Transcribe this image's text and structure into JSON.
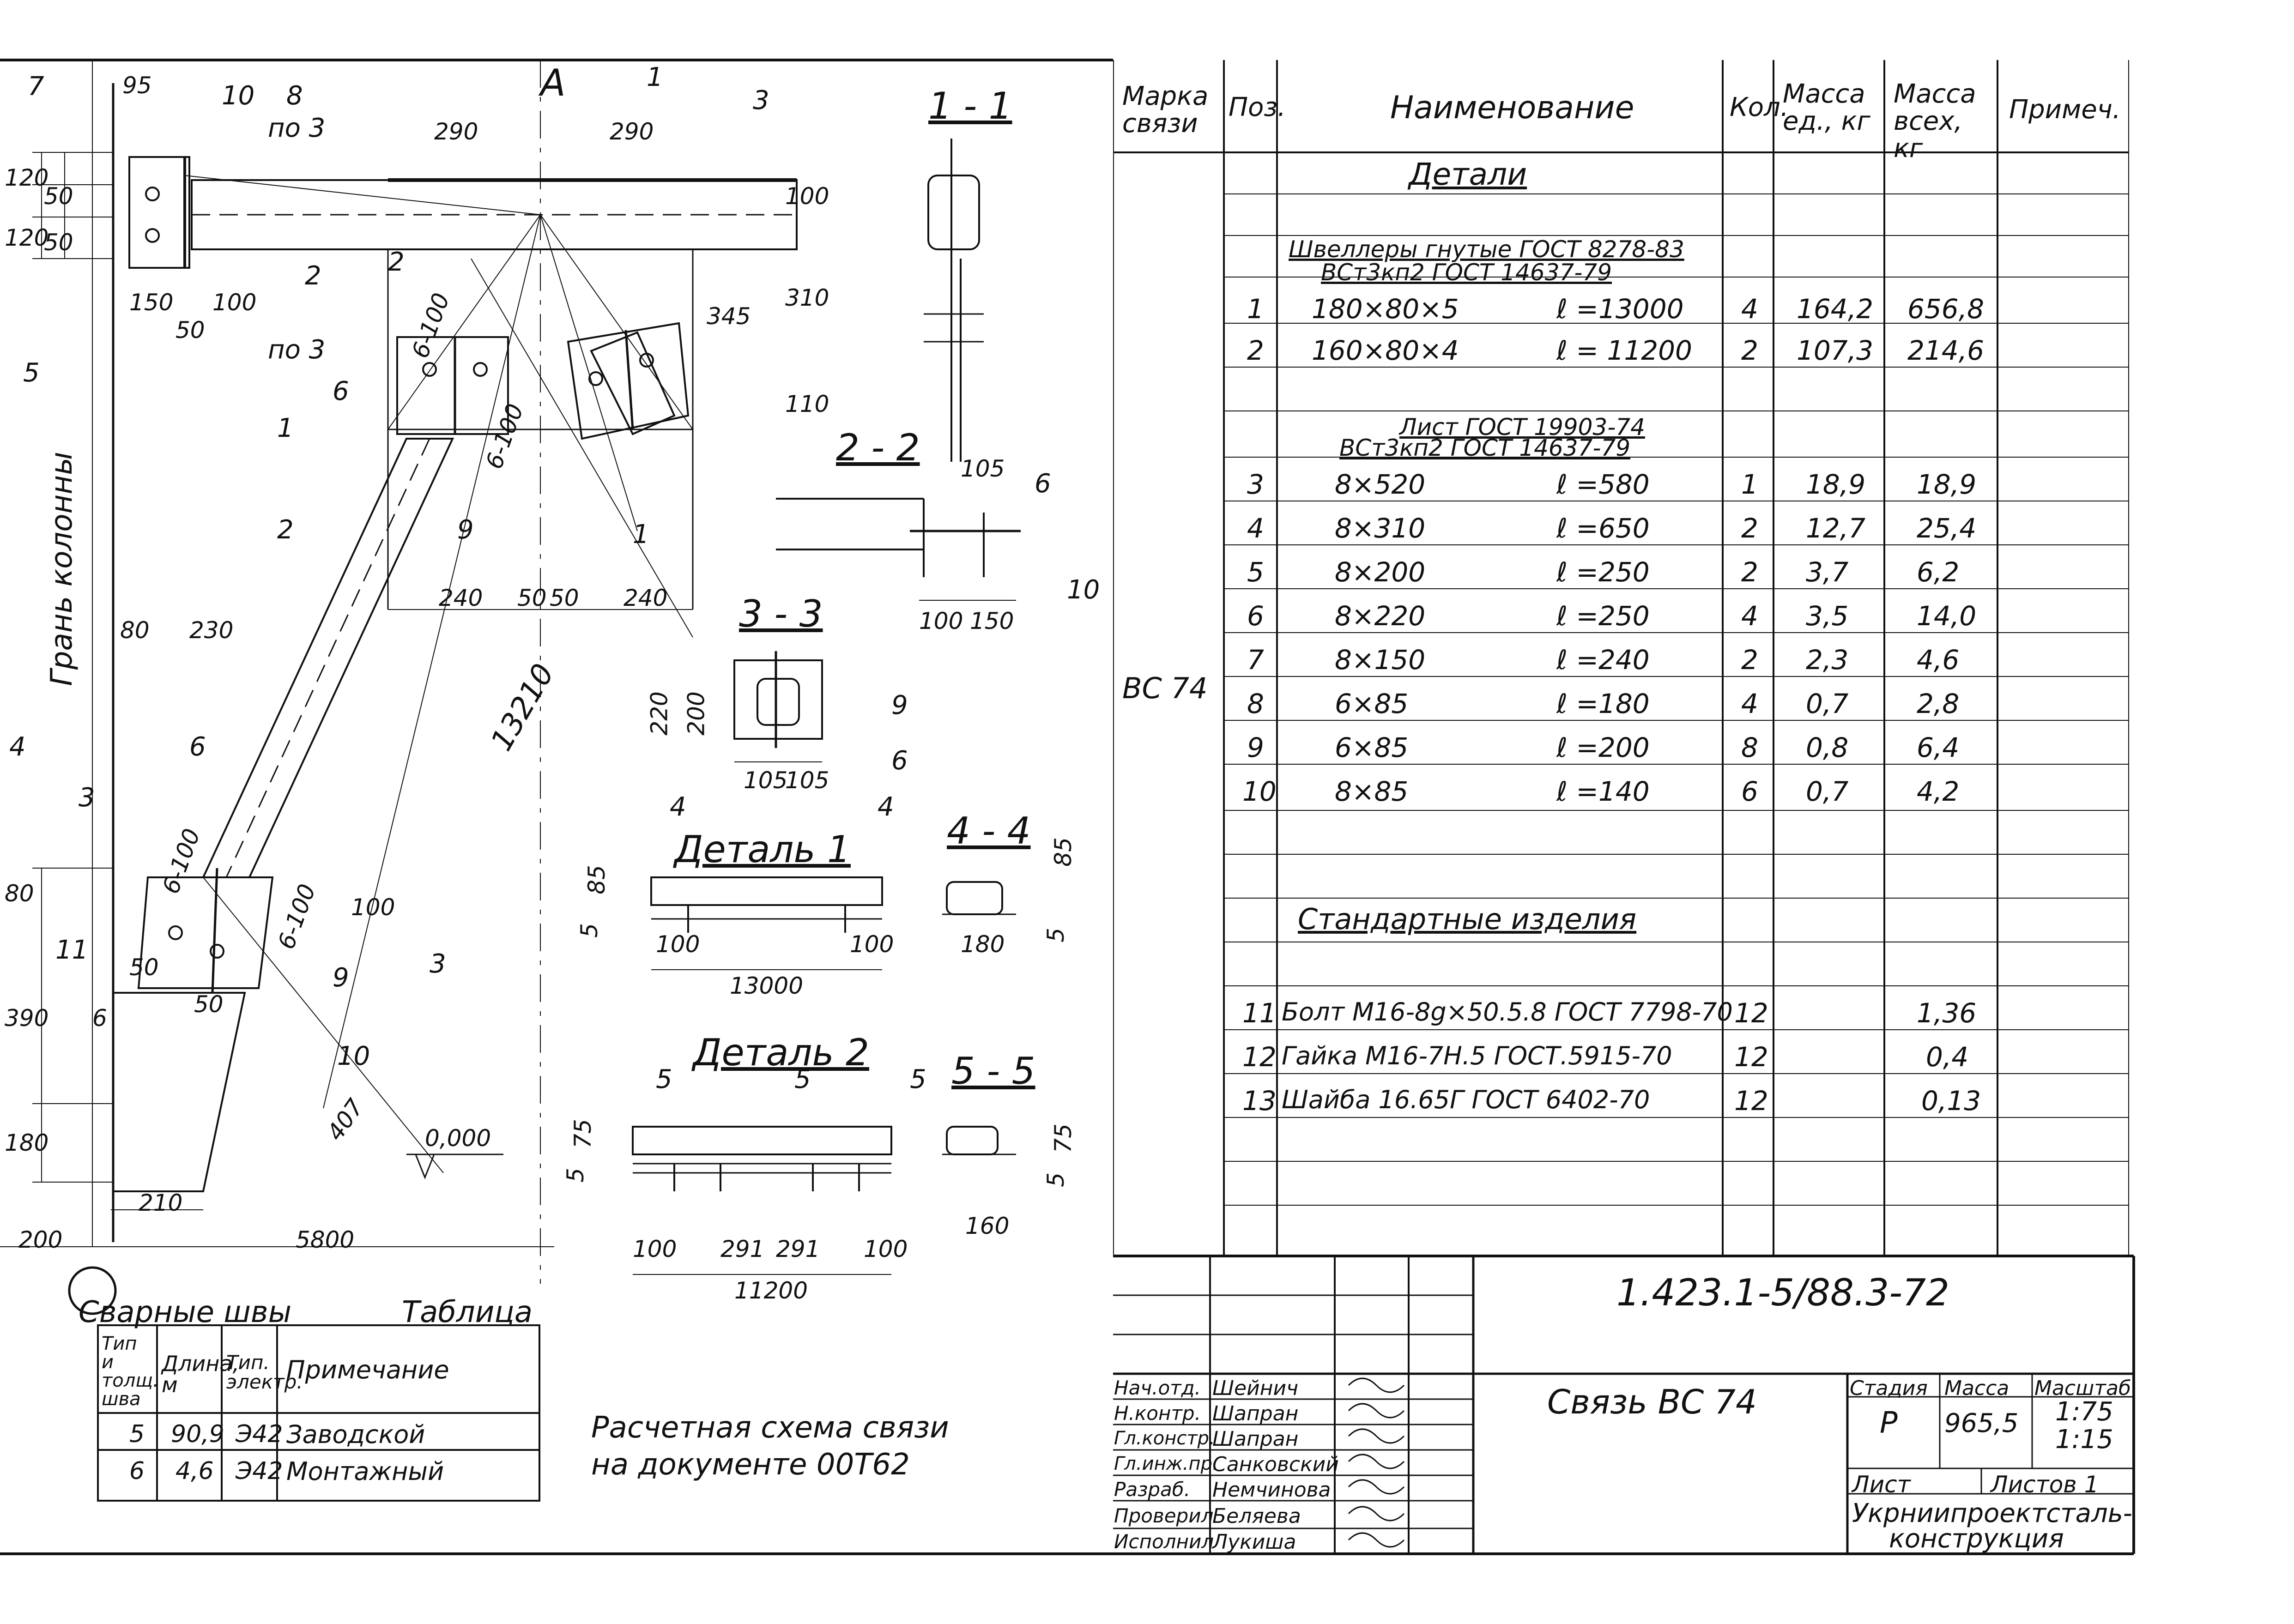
{
  "drawing": {
    "axis_mark": "A",
    "section_marks": {
      "s1_label": "1",
      "s2_label": "2",
      "s3_label": "3",
      "po3_top": "по 3",
      "po3_bottom": "по 3"
    },
    "position_labels": [
      "7",
      "10",
      "8",
      "3",
      "2",
      "5",
      "6",
      "1",
      "9",
      "4",
      "11",
      "10",
      "6",
      "9",
      "6",
      "3"
    ],
    "dims": {
      "d95": "95",
      "d290a": "290",
      "d290b": "290",
      "d120a": "120",
      "d50a": "50",
      "d120b": "120",
      "d50b": "50",
      "d100a": "100",
      "d310": "310",
      "d345": "345",
      "d110": "110",
      "d150": "150",
      "d100b": "100",
      "d50c": "50",
      "d240a": "240",
      "d50d": "50",
      "d50e": "50",
      "d240b": "240",
      "d80a": "80",
      "d230": "230",
      "d13210": "13210",
      "d80b": "80",
      "d100c": "100",
      "d390": "390",
      "d50f": "50",
      "d50g": "50",
      "d180": "180",
      "d407": "407",
      "d210": "210",
      "d200": "200",
      "d5800": "5800",
      "elev": "0,000",
      "w6a": "6-100",
      "w6b": "6-100",
      "w6c": "6-100",
      "w6d": "6-100",
      "w6": "6"
    },
    "column_face_label": "Грань колонны",
    "section_1_1": "1 - 1",
    "section_2_2": "2 - 2",
    "section_3_3": "3 - 3",
    "section_4_4": "4 - 4",
    "section_5_5": "5 - 5",
    "s22_dims": {
      "d105": "105",
      "d100": "100",
      "d150": "150",
      "p6": "6",
      "p10": "10"
    },
    "s33_dims": {
      "d220": "220",
      "d200": "200",
      "d105a": "105",
      "d105b": "105",
      "p9": "9",
      "p6": "6"
    },
    "detail_1": {
      "title": "Деталь 1",
      "d85": "85",
      "d5": "5",
      "d100a": "100",
      "d100b": "100",
      "d13000": "13000",
      "s44_85": "85",
      "s44_5": "5",
      "s44_180": "180",
      "mark": "4"
    },
    "detail_2": {
      "title": "Деталь 2",
      "d75": "75",
      "d5": "5",
      "d100a": "100",
      "d291a": "291",
      "d291b": "291",
      "d100b": "100",
      "d11200": "11200",
      "s55_75": "75",
      "s55_5": "5",
      "s55_160": "160",
      "mark": "5"
    },
    "note_line1": "Расчетная схема связи",
    "note_line2": "на документе 00Т62"
  },
  "weld_table": {
    "title_left": "Сварные швы",
    "title_right": "Таблица",
    "headers": [
      "Тип и толщ. шва",
      "Длина, м",
      "Тип. электр.",
      "Примечание"
    ],
    "rows": [
      {
        "type": "5",
        "length": "90,9",
        "electrode": "Э42",
        "note": "Заводской"
      },
      {
        "type": "6",
        "length": "4,6",
        "electrode": "Э42",
        "note": "Монтажный"
      }
    ]
  },
  "spec_table": {
    "headers": {
      "mark": "Марка связи",
      "pos": "Поз.",
      "name": "Наименование",
      "qty": "Кол.",
      "mass_unit": "Масса ед., кг",
      "mass_total": "Масса всех, кг",
      "note": "Примеч."
    },
    "mark_value": "ВС 74",
    "groups": {
      "details": "Детали",
      "channels_1": "Швеллеры гнутые ГОСТ 8278-83",
      "channels_2": "ВСт3кп2   ГОСТ 14637-79",
      "sheet_1": "Лист  ГОСТ 19903-74",
      "sheet_2": "ВСт3кп2  ГОСТ 14637-79",
      "standard": "Стандартные   изделия"
    },
    "rows": [
      {
        "pos": "1",
        "size": "180×80×5",
        "len": "ℓ =13000",
        "qty": "4",
        "mu": "164,2",
        "mt": "656,8"
      },
      {
        "pos": "2",
        "size": "160×80×4",
        "len": "ℓ = 11200",
        "qty": "2",
        "mu": "107,3",
        "mt": "214,6"
      },
      {
        "pos": "3",
        "size": "8×520",
        "len": "ℓ =580",
        "qty": "1",
        "mu": "18,9",
        "mt": "18,9"
      },
      {
        "pos": "4",
        "size": "8×310",
        "len": "ℓ =650",
        "qty": "2",
        "mu": "12,7",
        "mt": "25,4"
      },
      {
        "pos": "5",
        "size": "8×200",
        "len": "ℓ =250",
        "qty": "2",
        "mu": "3,7",
        "mt": "6,2"
      },
      {
        "pos": "6",
        "size": "8×220",
        "len": "ℓ =250",
        "qty": "4",
        "mu": "3,5",
        "mt": "14,0"
      },
      {
        "pos": "7",
        "size": "8×150",
        "len": "ℓ =240",
        "qty": "2",
        "mu": "2,3",
        "mt": "4,6"
      },
      {
        "pos": "8",
        "size": "6×85",
        "len": "ℓ =180",
        "qty": "4",
        "mu": "0,7",
        "mt": "2,8"
      },
      {
        "pos": "9",
        "size": "6×85",
        "len": "ℓ =200",
        "qty": "8",
        "mu": "0,8",
        "mt": "6,4"
      },
      {
        "pos": "10",
        "size": "8×85",
        "len": "ℓ =140",
        "qty": "6",
        "mu": "0,7",
        "mt": "4,2"
      }
    ],
    "std_rows": [
      {
        "pos": "11",
        "name": "Болт М16-8g×50.5.8 ГОСТ 7798-70",
        "qty": "12",
        "mt": "1,36"
      },
      {
        "pos": "12",
        "name": "Гайка М16-7Н.5  ГОСТ.5915-70",
        "qty": "12",
        "mt": "0,4"
      },
      {
        "pos": "13",
        "name": "Шайба 16.65Г   ГОСТ 6402-70",
        "qty": "12",
        "mt": "0,13"
      }
    ]
  },
  "title_block": {
    "doc_code": "1.423.1-5/88.3-72",
    "title": "Связь ВС 74",
    "stage_label": "Стадия",
    "mass_label": "Масса",
    "scale_label": "Масштаб",
    "stage": "Р",
    "mass": "965,5",
    "scale_1": "1:75",
    "scale_2": "1:15",
    "sheet_label": "Лист",
    "sheets_label": "Листов  1",
    "org_1": "Укрниипроектсталь-",
    "org_2": "конструкция",
    "roles": [
      {
        "role": "Нач.отд.",
        "name": "Шейнич"
      },
      {
        "role": "Н.контр.",
        "name": "Шапран"
      },
      {
        "role": "Гл.констр.",
        "name": "Шапран"
      },
      {
        "role": "Гл.инж.пр.",
        "name": "Санковский"
      },
      {
        "role": "Разраб.",
        "name": "Немчинова"
      },
      {
        "role": "Проверил",
        "name": "Беляева"
      },
      {
        "role": "Исполнил",
        "name": "Лукиша"
      }
    ]
  }
}
